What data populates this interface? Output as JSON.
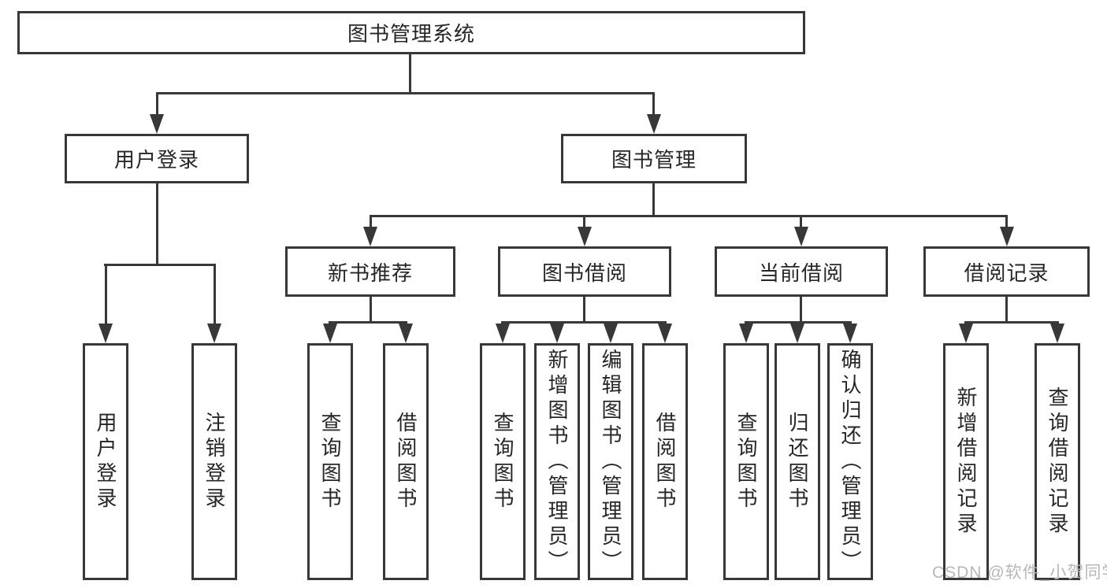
{
  "tree": {
    "root_label": "图书管理系统",
    "user_branch": {
      "label": "用户登录",
      "children": [
        "用户登录",
        "注销登录"
      ]
    },
    "mgmt_branch": {
      "label": "图书管理",
      "sections": [
        {
          "label": "新书推荐",
          "children": [
            "查询图书",
            "借阅图书"
          ]
        },
        {
          "label": "图书借阅",
          "children": [
            "查询图书",
            "新增图书（管理员）",
            "编辑图书（管理员）",
            "借阅图书"
          ]
        },
        {
          "label": "当前借阅",
          "children": [
            "查询图书",
            "归还图书",
            "确认归还（管理员）"
          ]
        },
        {
          "label": "借阅记录",
          "children": [
            "新增借阅记录",
            "查询借阅记录"
          ]
        }
      ]
    }
  },
  "watermark": "CSDN @软件_小贺同学",
  "colors": {
    "line": "#383838",
    "text": "#262626",
    "watermark": "#b8b8b8",
    "background": "#ffffff"
  }
}
